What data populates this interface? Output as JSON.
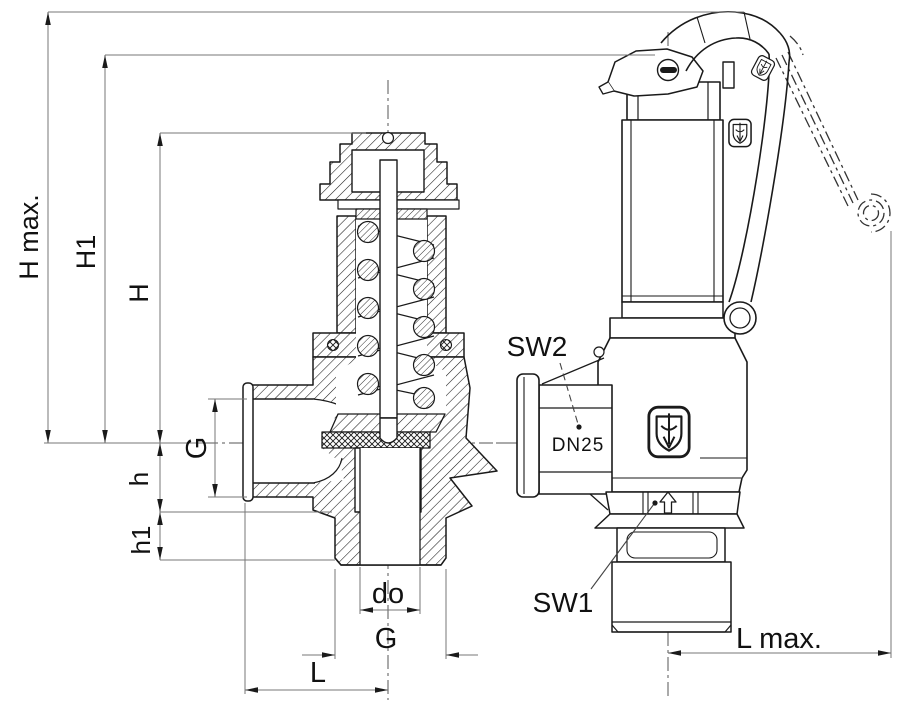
{
  "dimensions": {
    "h_max": "H max.",
    "h1": "H1",
    "h": "H",
    "g_outlet": "G",
    "h_small": "h",
    "h1_small": "h1",
    "do": "do",
    "g_inlet": "G",
    "l": "L",
    "l_max": "L max."
  },
  "callouts": {
    "sw2": "SW2",
    "sw1": "SW1"
  },
  "markings": {
    "dn25": "DN25"
  },
  "colors": {
    "line": "#1a1a1a",
    "dim_line": "#777777",
    "background": "#ffffff"
  }
}
